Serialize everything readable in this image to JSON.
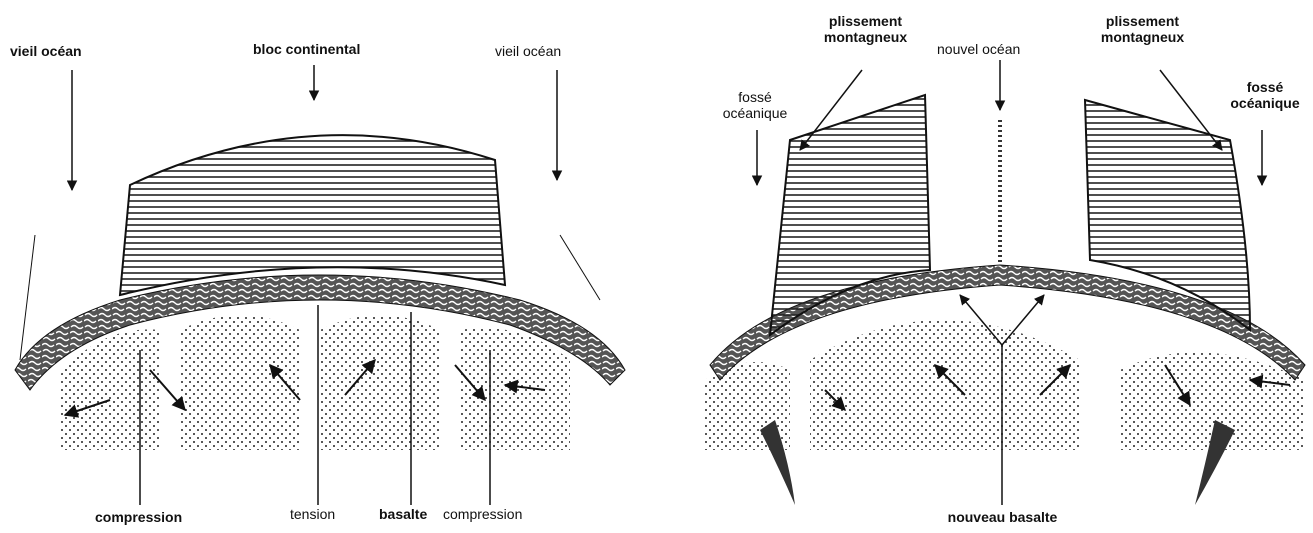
{
  "left_panel": {
    "labels": {
      "vieil_ocean_left": "vieil océan",
      "bloc_continental": "bloc continental",
      "vieil_ocean_right": "vieil océan",
      "compression_left": "compression",
      "tension": "tension",
      "basalte": "basalte",
      "compression_right": "compression"
    }
  },
  "right_panel": {
    "labels": {
      "plissement_left_1": "plissement",
      "plissement_left_2": "montagneux",
      "nouvel_ocean": "nouvel océan",
      "plissement_right_1": "plissement",
      "plissement_right_2": "montagneux",
      "fosse_left_1": "fossé",
      "fosse_left_2": "océanique",
      "fosse_right_1": "fossé",
      "fosse_right_2": "océanique",
      "nouveau_basalte": "nouveau basalte"
    }
  },
  "colors": {
    "ink": "#111111",
    "paper": "#ffffff"
  }
}
